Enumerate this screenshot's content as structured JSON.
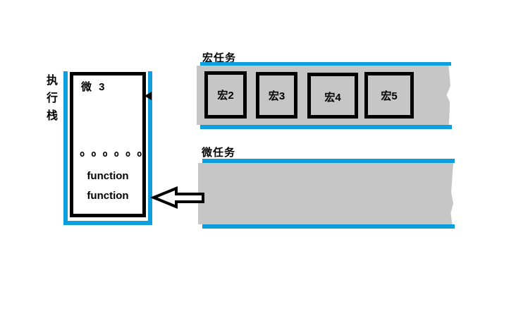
{
  "colors": {
    "accent_blue": "#0d9fdb",
    "band_gray": "#c6c6c6",
    "outline_black": "#000000"
  },
  "execution_stack": {
    "label": "执\n行\n栈",
    "top_item": "微 3",
    "ellipsis": "oooooo",
    "stack_items": [
      "function",
      "function"
    ]
  },
  "macro_queue": {
    "label": "宏任务",
    "tasks": [
      "宏2",
      "宏3",
      "宏4",
      "宏5"
    ]
  },
  "micro_queue": {
    "label": "微任务",
    "tasks": []
  }
}
